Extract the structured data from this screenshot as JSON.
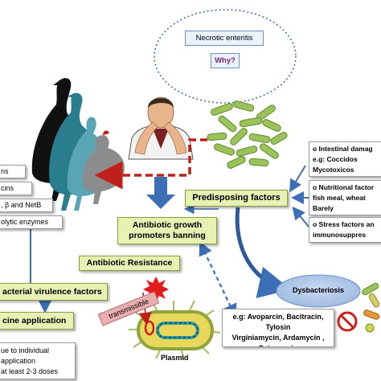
{
  "bubble": {
    "title": "Necrotic enteritis",
    "question": "Why?"
  },
  "left_boxes": {
    "toxins_cut": "ns",
    "cins": "cins",
    "toxins": ", β and NetB",
    "enzymes": "olytic enzymes"
  },
  "center": {
    "growth_promoters": "Antibiotic growth\npromoters banning",
    "resistance": "Antibiotic Resistance",
    "virulence": "acterial virulence factors",
    "vaccine": "cine application",
    "vaccine_note": "ue to individual\n application\nat least 2-3 doses",
    "transmissible": "transmissible",
    "plasmid": "Plasmid",
    "examples": "e.g: Avoparcin, Bacitracin, Tylosin\nVirginiamycin, Ardamycin ,\nSpiramycin"
  },
  "right": {
    "predisposing": "Predisposing factors",
    "intestinal": "o Intestinal damag\n   e.g: Coccidos\n   Mycotoxicos",
    "nutritional": "o Nutritional factor\n   fish meal, wheat\n   Barely",
    "stress": "o Stress factors an\n   immunosuppres",
    "dysbacteriosis": "Dysbacteriosis"
  },
  "colors": {
    "green_fill": "#e6f1b3",
    "arrow_blue": "#3d6fb6",
    "arrow_red": "#c0201a",
    "bubble_blue": "#6c90c8"
  }
}
